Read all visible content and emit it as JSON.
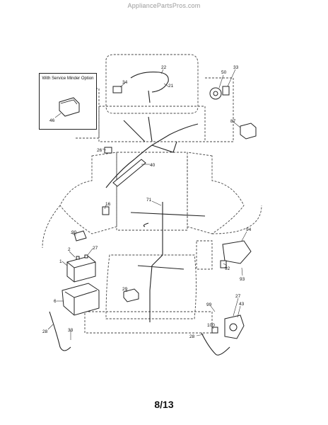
{
  "watermark": "AppliancePartsPros.com",
  "page_number": "8/13",
  "inset": {
    "title": "With Service Minder Option",
    "part": "46"
  },
  "callouts": {
    "c22": "22",
    "c21": "21",
    "c34": "34",
    "c50": "50",
    "c33": "33",
    "c87": "87",
    "c26": "26",
    "c40": "40",
    "c16": "16",
    "c71": "71",
    "c90": "90",
    "c27a": "27",
    "c2": "2",
    "c1": "1",
    "c6": "6",
    "c28": "28",
    "c33b": "33",
    "c29": "29",
    "c94": "94",
    "c92": "92",
    "c93": "93",
    "c99": "99",
    "c27b": "27",
    "c43": "43",
    "c100": "100",
    "c28b": "28"
  }
}
